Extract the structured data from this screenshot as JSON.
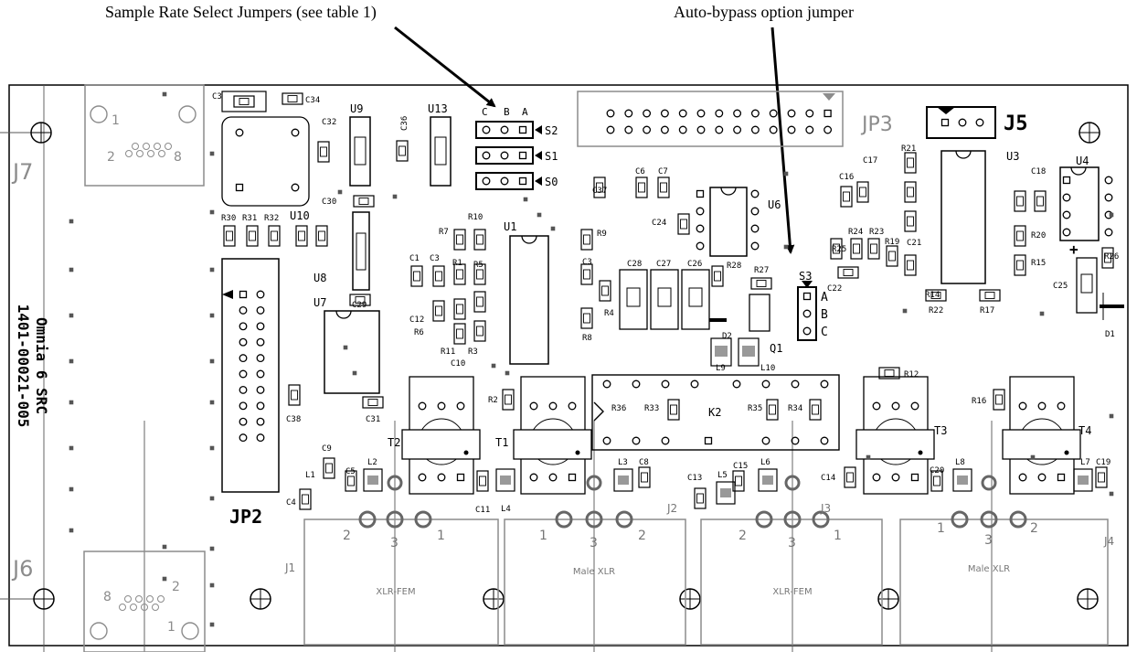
{
  "callouts": {
    "sample_rate": "Sample Rate Select Jumpers (see table 1)",
    "auto_bypass": "Auto-bypass option jumper"
  },
  "board": {
    "title": "Omnia 6 SRC",
    "part_number": "1401-00021-005",
    "headers": {
      "jp2": "JP2",
      "jp3": "JP3",
      "j5": "J5"
    },
    "jacks": {
      "j7": "J7",
      "j6": "J6"
    },
    "connectors": [
      {
        "ref": "J1",
        "type": "XLR-FEM",
        "pins": [
          "2",
          "3",
          "1"
        ]
      },
      {
        "ref": "J2",
        "type": "Male XLR",
        "pins": [
          "1",
          "3",
          "2"
        ]
      },
      {
        "ref": "J3",
        "type": "XLR-FEM",
        "pins": [
          "2",
          "3",
          "1"
        ]
      },
      {
        "ref": "J4",
        "type": "Male XLR",
        "pins": [
          "1",
          "3",
          "2"
        ]
      }
    ],
    "jumper_cols": [
      "C",
      "B",
      "A"
    ],
    "jumper_rows": [
      "S2",
      "S1",
      "S0"
    ],
    "s3": {
      "ref": "S3",
      "pins": [
        "A",
        "B",
        "C"
      ]
    },
    "rj45_j7_pins": [
      "1",
      "2",
      "8"
    ],
    "rj45_j6_pins": [
      "8",
      "2",
      "1"
    ],
    "transformers": [
      "T1",
      "T2",
      "T3",
      "T4"
    ],
    "relay": "K2",
    "ics": [
      "U1",
      "U3",
      "U4",
      "U6",
      "U7",
      "U8",
      "U9",
      "U10",
      "U13"
    ],
    "q1": "Q1",
    "d1": "D1",
    "d2": "D2",
    "plus_sign": "+"
  }
}
